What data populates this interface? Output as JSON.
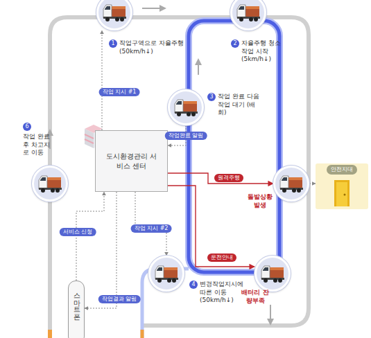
{
  "diagram": {
    "nodes": [
      {
        "text": [
          "1",
          "작업구역으로 자율주행 (50km/h↓)"
        ]
      },
      {
        "text": [
          "2",
          "자율주행 청소작업 시작 (5km/h↓)"
        ]
      },
      {
        "text": [
          "3",
          "작업 완료 다음 작업 대기 (배회)"
        ]
      },
      {
        "text": [
          "도시환경관리 서비스 센터"
        ]
      },
      {
        "text": [
          "6",
          "작업 완료 후 차고지로 이동"
        ]
      },
      {
        "text": [
          "돌발상황 발생"
        ]
      },
      {
        "text": [
          "안전지대"
        ]
      },
      {
        "text": [
          "4",
          "변경작업지시에 따른 이동 (50km/h↓)"
        ]
      },
      {
        "text": [
          "배터리 잔량부족"
        ]
      },
      {
        "text": [
          "스마트폰"
        ]
      }
    ],
    "edges": [
      {
        "from": 3,
        "to": 0,
        "label": "작업 지시 #1",
        "arrow": "to"
      },
      {
        "from": 2,
        "to": 3,
        "label": "작업완료 알림",
        "arrow": "to"
      },
      {
        "from": 3,
        "to": 5,
        "label": "원격주행",
        "arrow": "to"
      },
      {
        "from": 3,
        "to": 7,
        "label": "작업 지시 #2",
        "arrow": "to"
      },
      {
        "from": 3,
        "to": 8,
        "label": "운전안내",
        "arrow": "to"
      },
      {
        "from": 9,
        "to": 3,
        "label": "서비스 신청",
        "arrow": "to"
      },
      {
        "from": 3,
        "to": 9,
        "label": "작업결과 알림",
        "arrow": "to"
      },
      {
        "from": 5,
        "to": 6,
        "arrow": "to"
      }
    ]
  }
}
